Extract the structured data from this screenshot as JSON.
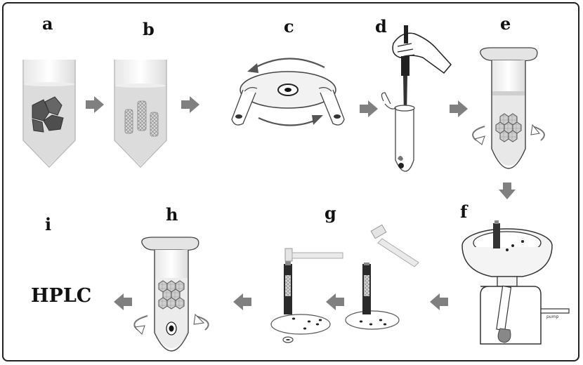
{
  "labels": {
    "a": "a",
    "b": "b",
    "c": "c",
    "d": "d",
    "e": "e",
    "f": "f",
    "g": "g",
    "h": "h",
    "i": "i"
  },
  "hplc_text": "HPLC",
  "pump_label": "pump",
  "colors": {
    "border": "#222222",
    "arrow": "#808080",
    "liquid": "#d0d0d0",
    "sample_dark": "#555555",
    "column_dark": "#2a2a2a",
    "outline": "#333333"
  }
}
